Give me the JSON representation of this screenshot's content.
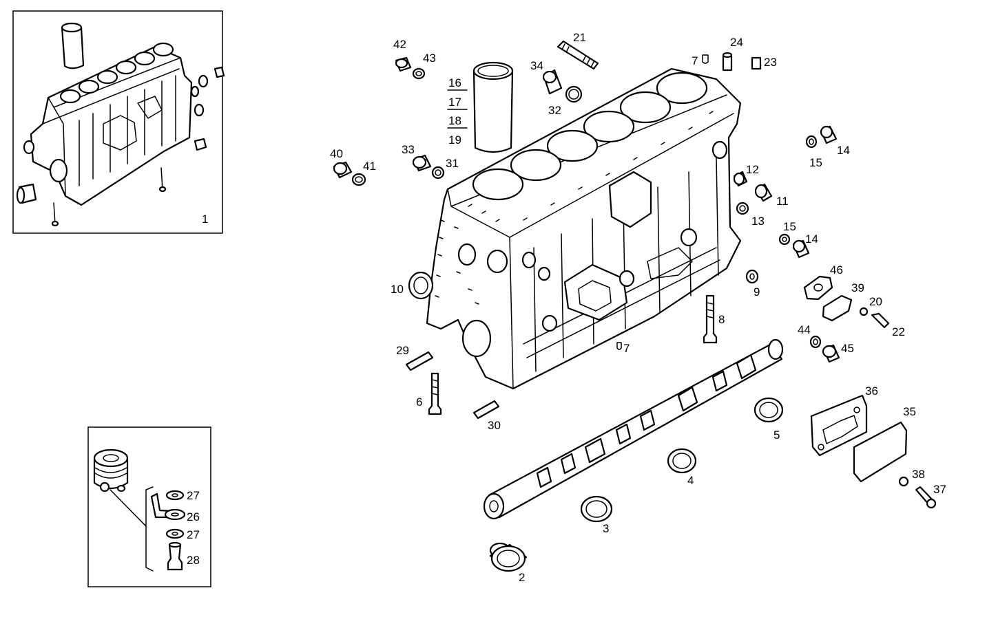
{
  "callouts": {
    "c1": "1",
    "c2": "2",
    "c3": "3",
    "c4": "4",
    "c5": "5",
    "c6": "6",
    "c7": "7",
    "c8": "8",
    "c9": "9",
    "c10": "10",
    "c11": "11",
    "c12": "12",
    "c13": "13",
    "c14a": "14",
    "c14b": "14",
    "c15a": "15",
    "c15b": "15",
    "c16": "16",
    "c17": "17",
    "c18": "18",
    "c19": "19",
    "c20": "20",
    "c21": "21",
    "c22": "22",
    "c23": "23",
    "c24": "24",
    "c26": "26",
    "c27a": "27",
    "c27b": "27",
    "c28": "28",
    "c29": "29",
    "c30": "30",
    "c31": "31",
    "c32": "32",
    "c33": "33",
    "c34": "34",
    "c35": "35",
    "c36": "36",
    "c37": "37",
    "c38": "38",
    "c39": "39",
    "c40": "40",
    "c41": "41",
    "c42": "42",
    "c43": "43",
    "c44": "44",
    "c45": "45",
    "c46": "46"
  },
  "colors": {
    "ink": "#000000",
    "paper": "#ffffff"
  }
}
